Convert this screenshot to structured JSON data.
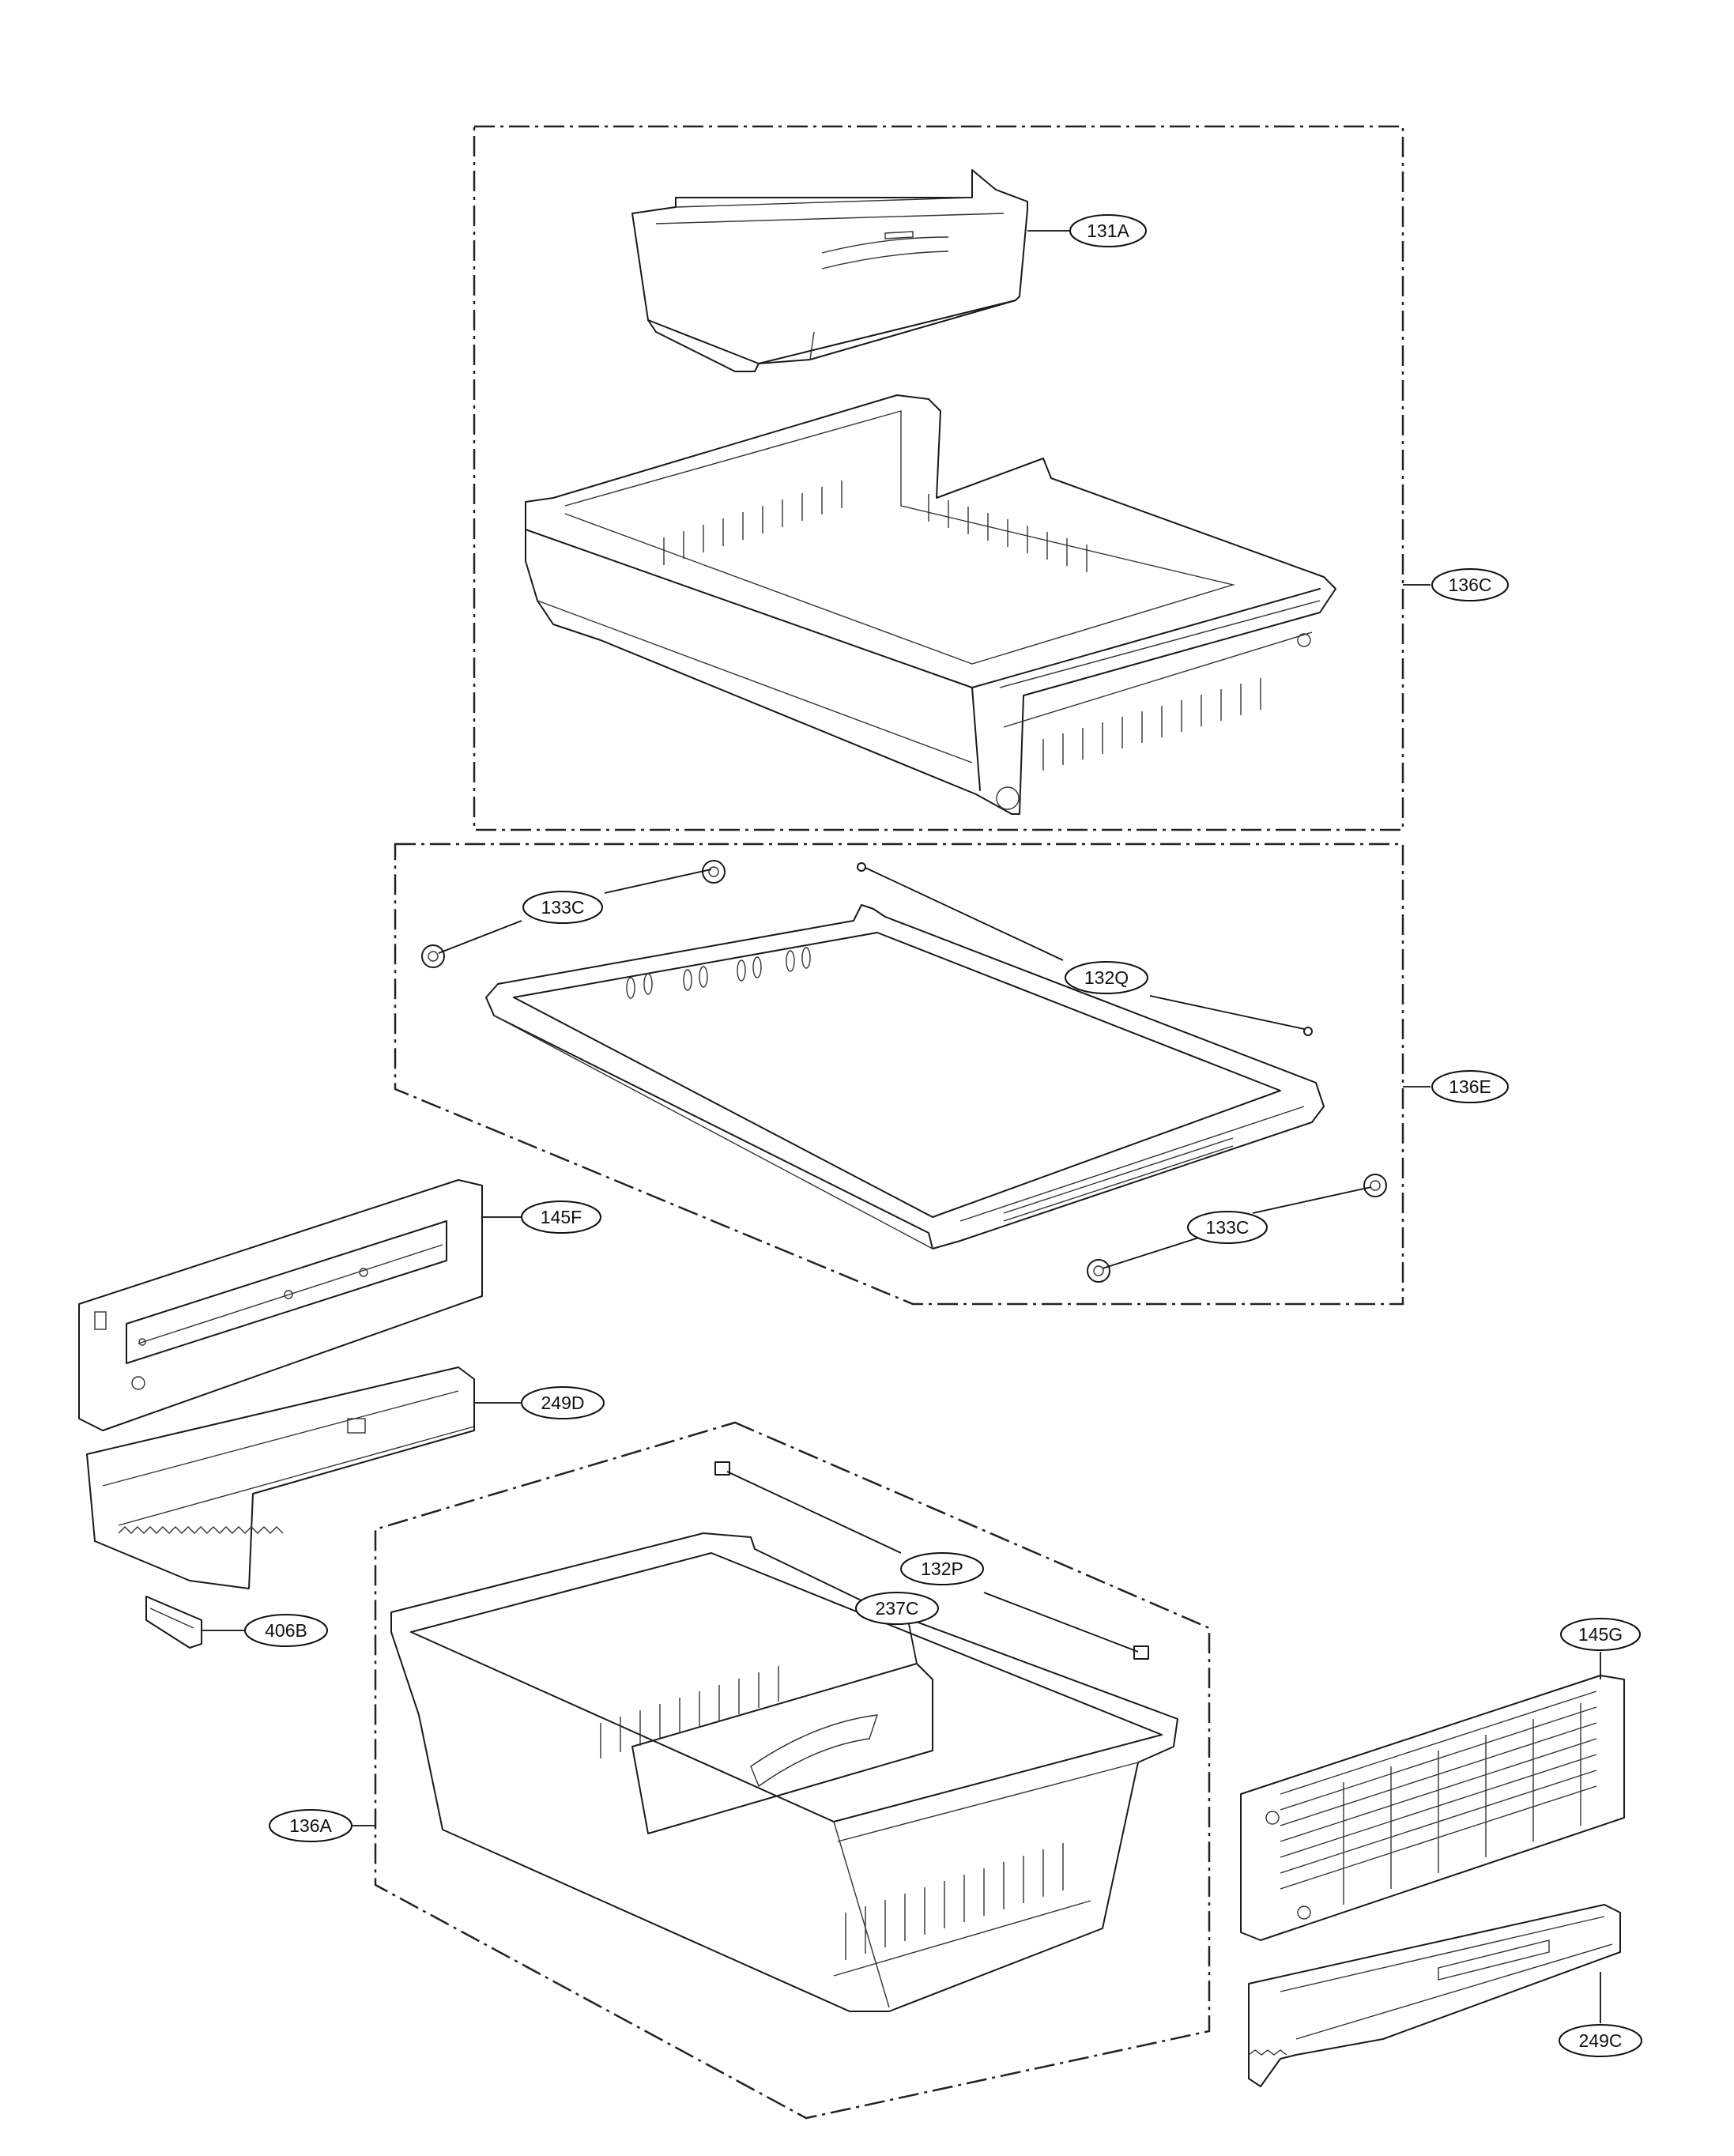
{
  "callouts": {
    "c131A": "131A",
    "c136C": "136C",
    "c133C_a": "133C",
    "c132Q": "132Q",
    "c136E": "136E",
    "c133C_b": "133C",
    "c145F": "145F",
    "c249D": "249D",
    "c132P": "132P",
    "c237C": "237C",
    "c406B": "406B",
    "c136A": "136A",
    "c145G": "145G",
    "c249C": "249C"
  }
}
